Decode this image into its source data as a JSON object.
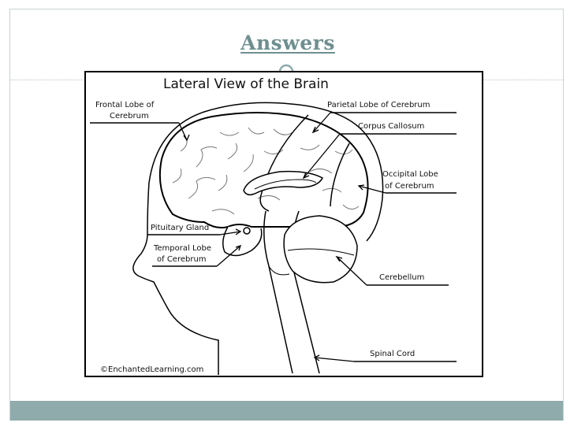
{
  "slide": {
    "title": "Answers ",
    "accent_color": "#8fabac",
    "title_color": "#6f8f90"
  },
  "diagram": {
    "heading": "Lateral View of the Brain",
    "credit": "©EnchantedLearning.com",
    "labels": {
      "frontal_lobe_line1": "Frontal Lobe of",
      "frontal_lobe_line2": "Cerebrum",
      "parietal_lobe": "Parietal Lobe of Cerebrum",
      "corpus_callosum": "Corpus Callosum",
      "occipital_lobe_line1": "Occipital Lobe",
      "occipital_lobe_line2": "of Cerebrum",
      "pituitary_gland": "Pituitary Gland",
      "temporal_lobe_line1": "Temporal Lobe",
      "temporal_lobe_line2": "of Cerebrum",
      "cerebellum": "Cerebellum",
      "spinal_cord": "Spinal Cord"
    }
  }
}
